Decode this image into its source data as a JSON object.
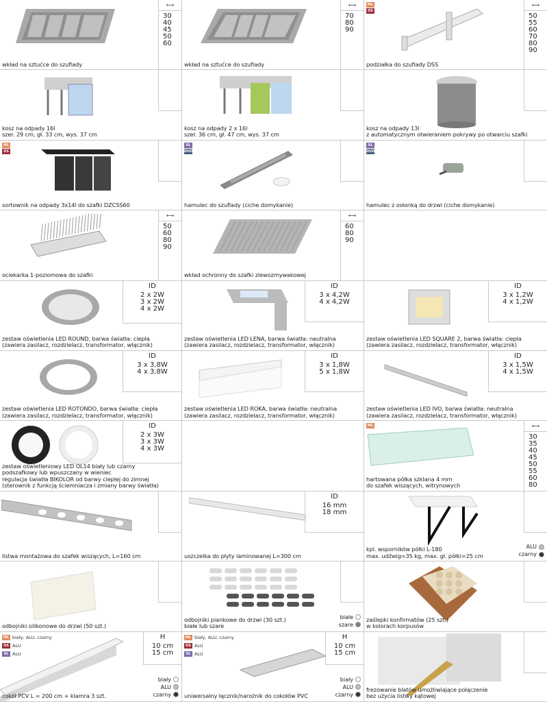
{
  "items": [
    {
      "caption": "wkład na sztućce do szuflady",
      "sizes": [
        "30",
        "40",
        "45",
        "50",
        "60"
      ]
    },
    {
      "caption": "wkład na sztućce do szuflady",
      "sizes": [
        "70",
        "80",
        "90"
      ]
    },
    {
      "caption": "podziałka do szuflady DSS",
      "sizes": [
        "50",
        "55",
        "60",
        "70",
        "80",
        "90"
      ],
      "badges": [
        "ML",
        "OS"
      ]
    },
    {
      "caption": "kosz na odpady 16l\nszer. 29 cm, gł. 33 cm, wys. 37 cm"
    },
    {
      "caption": "kosz na odpady 2 x 16l\nszer. 36 cm, gł. 47 cm, wys. 37 cm"
    },
    {
      "caption": "kosz na odpady 13l\nz automatycznym otwieraniem pokrywy po otwarciu szafki"
    },
    {
      "caption": "sortownik na odpady 3x14l do szafki DZCSS60",
      "badges": [
        "ML",
        "OS"
      ]
    },
    {
      "caption": "hamulec do szuflady (ciche domykanie)",
      "badges": [
        "XL",
        "DUO"
      ]
    },
    {
      "caption": "hamulec z osłonką do drzwi (ciche domykanie)",
      "badges": [
        "XL",
        "DUO"
      ]
    },
    {
      "caption": "ociekarka 1-poziomowa do szafki",
      "sizes": [
        "50",
        "60",
        "80",
        "90"
      ]
    },
    {
      "caption": "wkład ochronny do szafki zlewozmywakowej",
      "sizes": [
        "60",
        "80",
        "90"
      ]
    },
    {
      "caption": ""
    },
    {
      "caption": "zestaw oświetlenia LED ROUND, barwa światła: ciepła\n(zawiera zasilacz, rozdzielacz, transformator, włącznik)",
      "id_head": "ID",
      "ids": [
        "2 x 2W",
        "3 x 2W",
        "4 x 2W"
      ]
    },
    {
      "caption": "zestaw oświetlenia LED LENA, barwa światła: neutralna\n(zawiera zasilacz, rozdzielacz, transformator, włącznik)",
      "id_head": "ID",
      "ids": [
        "3 x 4,2W",
        "4 x 4,2W"
      ]
    },
    {
      "caption": "zestaw oświetlenia LED SQUARE 2, barwa światła: ciepła\n(zawiera zasilacz, rozdzielacz, transformator, włącznik)",
      "id_head": "ID",
      "ids": [
        "3 x 1,2W",
        "4 x 1,2W"
      ]
    },
    {
      "caption": "zestaw oświetlenia LED ROTONDO, barwa światła: ciepła\n(zawiera zasilacz, rozdzielacz, transformator, włącznik)",
      "id_head": "ID",
      "ids": [
        "3 x 3,8W",
        "4 x 3,8W"
      ]
    },
    {
      "caption": "zestaw oświetlenia LED ROKA, barwa światła: neutralna\n(zawiera zasilacz, rozdzielacz, transformator, włącznik)",
      "id_head": "ID",
      "ids": [
        "3 x 1,8W",
        "5 x 1,8W"
      ]
    },
    {
      "caption": "zestaw oświetlenia LED IVO, barwa światła: neutralna\n(zawiera zasilacz, rozdzielacz, transformator, włącznik)",
      "id_head": "ID",
      "ids": [
        "3 x 1,5W",
        "4 x 1,5W"
      ]
    },
    {
      "caption": "zestaw oświetleniowy LED OL14 biały lub czarny\npodszafkowy lub wpuszczany w wieniec\nregulacja światła BIKOLOR od barwy ciepłej do zimnej\n(sterownik z funkcją ściemniacza i zmiany barwy światła)",
      "id_head": "ID",
      "ids": [
        "2 x 3W",
        "3 x 3W",
        "4 x 3W"
      ]
    },
    {
      "caption": ""
    },
    {
      "caption": "hartowana półka szklana 4 mm\ndo szafek wiszących, witrynowych",
      "sizes": [
        "30",
        "35",
        "40",
        "45",
        "50",
        "55",
        "60",
        "80"
      ],
      "badges": [
        "ML"
      ]
    },
    {
      "caption": "listwa montażowa do szafek wiszących, L=160 cm"
    },
    {
      "caption": "uszczelka do płyty laminowanej L=300 cm",
      "id_head": "ID",
      "ids": [
        "16 mm",
        "18 mm"
      ]
    },
    {
      "caption": "kpl. wsporników półki L-180\nmax. udźwig=35 kg, max. gł. półki=25 cm",
      "colors": [
        "ALU",
        "czarny"
      ]
    },
    {
      "caption": "odbojniki silikonowe do drzwi (50 szt.)"
    },
    {
      "caption": "odbojniki piankowe do drzwi (30 szt.)\nbiałe lub szare",
      "colors": [
        "białe",
        "szare"
      ]
    },
    {
      "caption": "zaślepki konfirmatów (25 szt.)\nw kolorach korpusów"
    },
    {
      "caption": "cokół PCV L = 200 cm + klamra 3 szt.",
      "h_head": "H",
      "hs": [
        "10 cm",
        "15 cm"
      ],
      "badge_rows": [
        {
          "badge": "ML",
          "text": "biały, ALU, czarny"
        },
        {
          "badge": "OS",
          "text": "ALU"
        },
        {
          "badge": "XL",
          "text": "ALU"
        }
      ],
      "colors": [
        "biały",
        "ALU",
        "czarny"
      ]
    },
    {
      "caption": "uniwersalny łącznik/narożnik do cokołów PVC",
      "h_head": "H",
      "hs": [
        "10 cm",
        "15 cm"
      ],
      "badge_rows": [
        {
          "badge": "ML",
          "text": "biały, ALU, czarny"
        },
        {
          "badge": "OS",
          "text": "ALU"
        },
        {
          "badge": "XL",
          "text": "ALU"
        }
      ],
      "colors": [
        "biały",
        "ALU",
        "czarny"
      ]
    },
    {
      "caption": "frezowanie blatów umożliwiające połączenie\nbez użycia listwy kątowej"
    }
  ],
  "icons": {
    "width_arrow": "⟷"
  },
  "colors": {
    "ml": "#e08b5b",
    "os": "#9a2f3a",
    "xl": "#7c6aa8",
    "duo": "#4a5a7e",
    "white": "#ffffff",
    "alu": "#bdbdbd",
    "black": "#333333",
    "grey": "#8a8a8a"
  }
}
